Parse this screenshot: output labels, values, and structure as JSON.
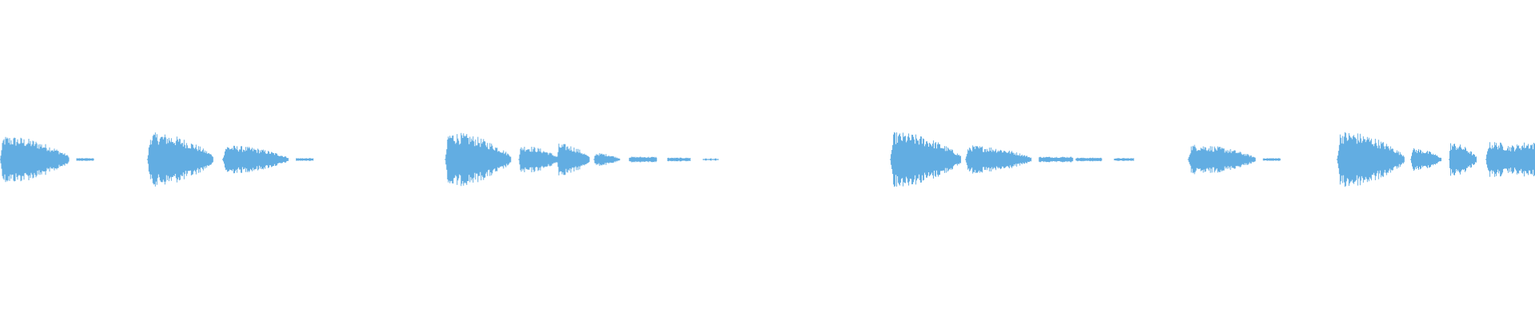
{
  "waveform": {
    "wave_color": "#62ade2",
    "background_color": "#ffffff",
    "segments": [
      {
        "start": 0.0,
        "end": 0.045,
        "amplitude": 0.5,
        "taper": "decay"
      },
      {
        "start": 0.05,
        "end": 0.061,
        "amplitude": 0.03,
        "taper": "flat"
      },
      {
        "start": 0.096,
        "end": 0.139,
        "amplitude": 0.57,
        "taper": "decay"
      },
      {
        "start": 0.145,
        "end": 0.188,
        "amplitude": 0.3,
        "taper": "decay"
      },
      {
        "start": 0.193,
        "end": 0.204,
        "amplitude": 0.03,
        "taper": "flat"
      },
      {
        "start": 0.29,
        "end": 0.333,
        "amplitude": 0.58,
        "taper": "decay"
      },
      {
        "start": 0.338,
        "end": 0.364,
        "amplitude": 0.3,
        "taper": "decay"
      },
      {
        "start": 0.363,
        "end": 0.384,
        "amplitude": 0.34,
        "taper": "decay"
      },
      {
        "start": 0.387,
        "end": 0.404,
        "amplitude": 0.14,
        "taper": "decay"
      },
      {
        "start": 0.41,
        "end": 0.428,
        "amplitude": 0.06,
        "taper": "flat"
      },
      {
        "start": 0.435,
        "end": 0.45,
        "amplitude": 0.04,
        "taper": "flat"
      },
      {
        "start": 0.458,
        "end": 0.468,
        "amplitude": 0.03,
        "taper": "dots"
      },
      {
        "start": 0.58,
        "end": 0.626,
        "amplitude": 0.58,
        "taper": "decay"
      },
      {
        "start": 0.629,
        "end": 0.672,
        "amplitude": 0.3,
        "taper": "decay"
      },
      {
        "start": 0.677,
        "end": 0.699,
        "amplitude": 0.06,
        "taper": "flat"
      },
      {
        "start": 0.701,
        "end": 0.718,
        "amplitude": 0.04,
        "taper": "flat"
      },
      {
        "start": 0.726,
        "end": 0.739,
        "amplitude": 0.03,
        "taper": "flat"
      },
      {
        "start": 0.774,
        "end": 0.818,
        "amplitude": 0.32,
        "taper": "decay"
      },
      {
        "start": 0.823,
        "end": 0.834,
        "amplitude": 0.03,
        "taper": "flat"
      },
      {
        "start": 0.871,
        "end": 0.915,
        "amplitude": 0.6,
        "taper": "decay"
      },
      {
        "start": 0.919,
        "end": 0.939,
        "amplitude": 0.24,
        "taper": "decay"
      },
      {
        "start": 0.944,
        "end": 0.962,
        "amplitude": 0.36,
        "taper": "decay"
      },
      {
        "start": 0.968,
        "end": 1.0,
        "amplitude": 0.38,
        "taper": "sustain"
      }
    ]
  }
}
